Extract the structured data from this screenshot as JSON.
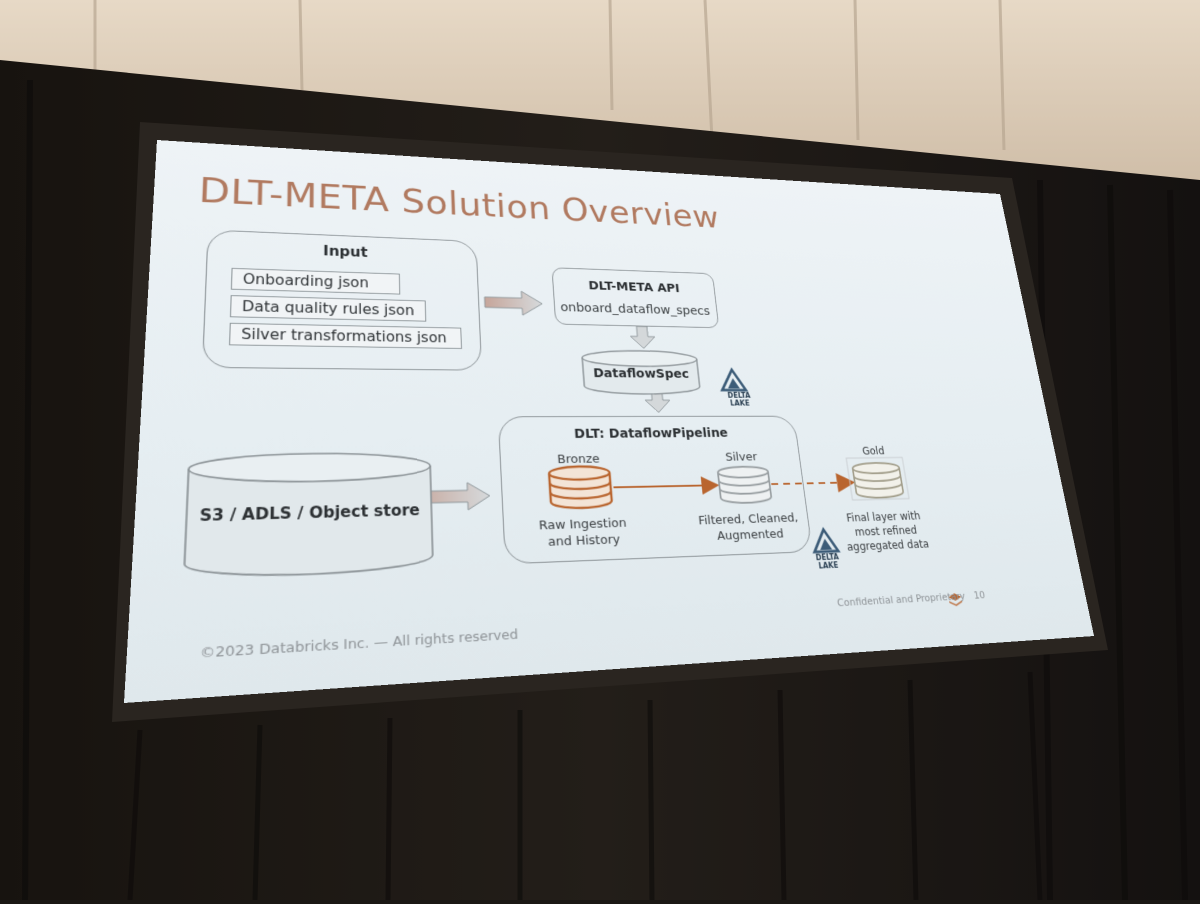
{
  "slide": {
    "title": "DLT-META Solution Overview",
    "input": {
      "label": "Input",
      "items": [
        "Onboarding json",
        "Data quality rules json",
        "Silver transformations json"
      ]
    },
    "api": {
      "label": "DLT-META API",
      "function": "onboard_dataflow_specs"
    },
    "dataflow_spec": {
      "label": "DataflowSpec"
    },
    "source": {
      "label": "S3 / ADLS / Object store"
    },
    "pipeline": {
      "label": "DLT: DataflowPipeline",
      "bronze": {
        "label": "Bronze",
        "desc": [
          "Raw Ingestion",
          "and History"
        ]
      },
      "silver": {
        "label": "Silver",
        "desc": [
          "Filtered, Cleaned,",
          "Augmented"
        ]
      }
    },
    "gold": {
      "label": "Gold",
      "desc": [
        "Final layer with",
        "most refined",
        "aggregated data"
      ]
    },
    "delta_lake_logo": "DELTA LAKE",
    "footer": {
      "copyright": "©2023 Databricks Inc. — All rights reserved",
      "confidential": "Confidential and Proprietary",
      "page": "10"
    },
    "colors": {
      "accent": "#b9652f",
      "title": "#b17a60",
      "border": "#8b9296"
    }
  }
}
